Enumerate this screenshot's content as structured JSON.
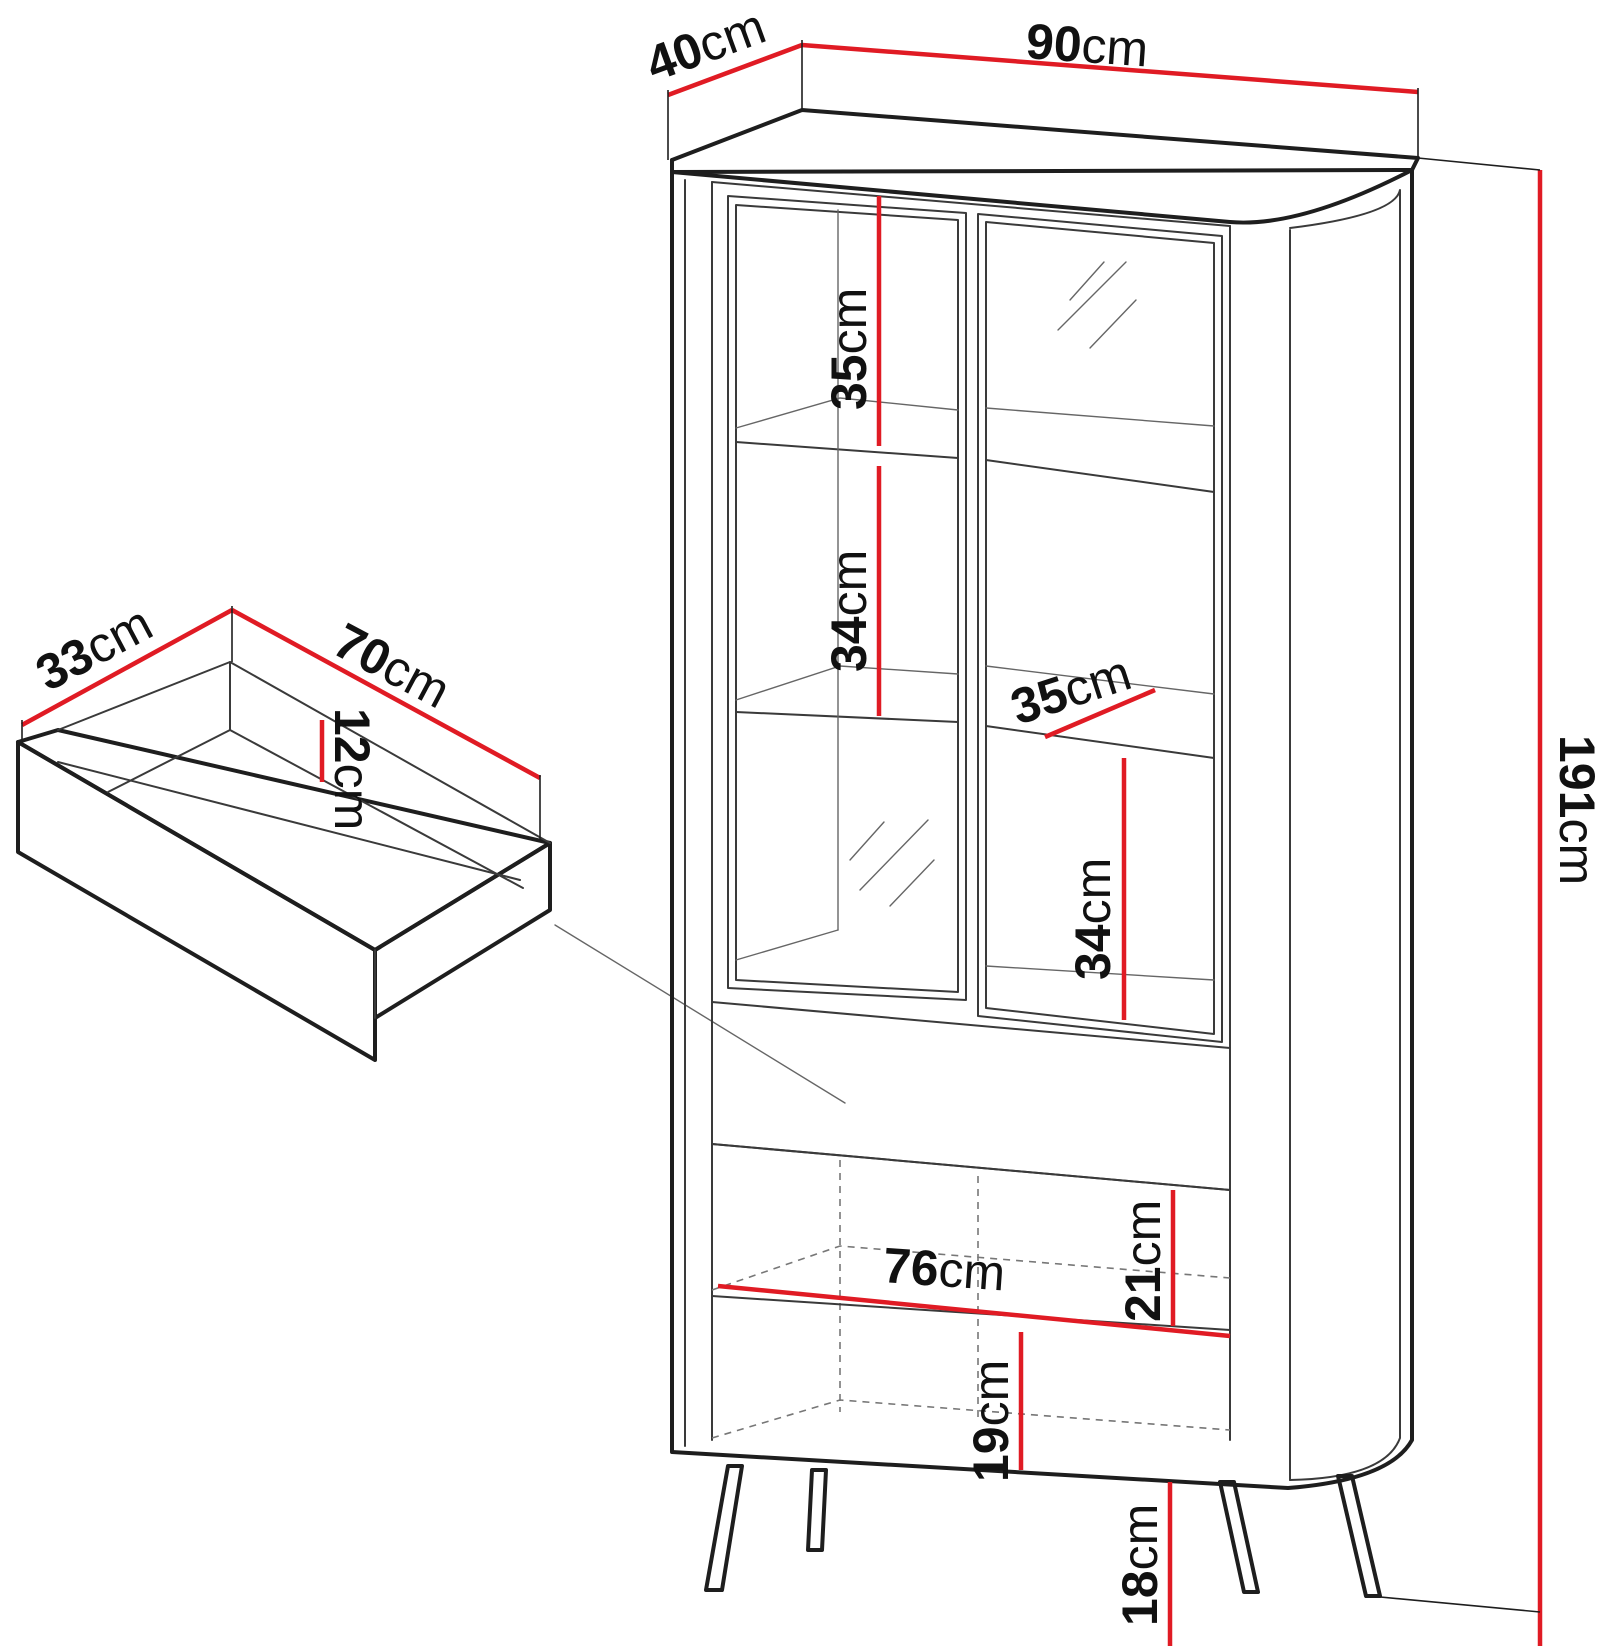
{
  "colors": {
    "dimension_line": "#e01b24",
    "outline": "#1e1e1e",
    "background": "#ffffff"
  },
  "cabinet": {
    "width": {
      "value": "90",
      "unit": "cm"
    },
    "depth": {
      "value": "40",
      "unit": "cm"
    },
    "height": {
      "value": "191",
      "unit": "cm"
    },
    "upper_shelf": {
      "value": "35",
      "unit": "cm"
    },
    "middle_shelf": {
      "value": "34",
      "unit": "cm"
    },
    "lower_shelf": {
      "value": "34",
      "unit": "cm"
    },
    "shelf_depth": {
      "value": "35",
      "unit": "cm"
    },
    "inner_width": {
      "value": "76",
      "unit": "cm"
    },
    "niche_upper": {
      "value": "21",
      "unit": "cm"
    },
    "niche_lower": {
      "value": "19",
      "unit": "cm"
    },
    "legs": {
      "value": "18",
      "unit": "cm"
    }
  },
  "drawer": {
    "width": {
      "value": "70",
      "unit": "cm"
    },
    "depth": {
      "value": "33",
      "unit": "cm"
    },
    "height": {
      "value": "12",
      "unit": "cm"
    }
  }
}
